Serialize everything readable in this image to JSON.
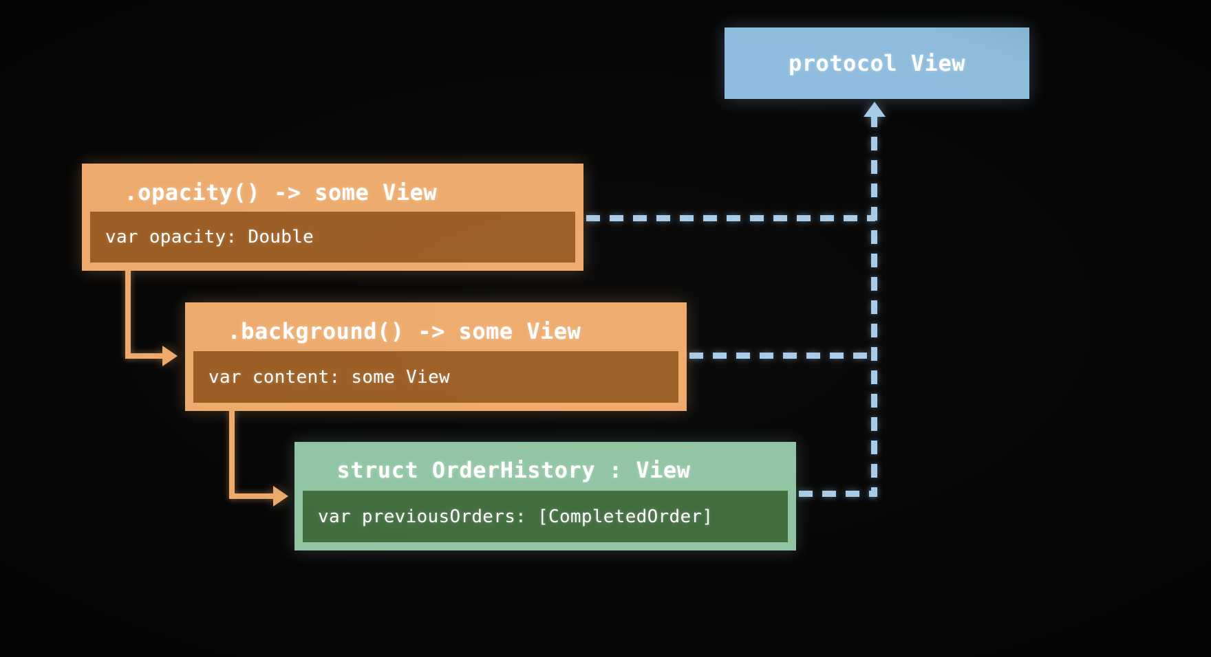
{
  "diagram": {
    "title": "SwiftUI View protocol conformance diagram",
    "background_color": "#030303",
    "colors": {
      "orange_card": "#eda96a",
      "orange_row": "#9a5b20",
      "green_card": "#8ec4a1",
      "green_row": "#3f6b3c",
      "blue_card": "#8cbbdd",
      "blue_dash": "#a6cbe8",
      "text": "#ffffff"
    },
    "protocol_box": {
      "label": "protocol View"
    },
    "cards": [
      {
        "id": "opacity",
        "title": "  .opacity() -> some View",
        "row": "var opacity: Double",
        "kind": "orange"
      },
      {
        "id": "background",
        "title": "  .background() -> some View",
        "row": "var content: some View",
        "kind": "orange"
      },
      {
        "id": "struct",
        "title": "  struct OrderHistory : View",
        "row": "var previousOrders: [CompletedOrder]",
        "kind": "green"
      }
    ],
    "connectors": {
      "orange_elbow_count": 2,
      "blue_dashed_count": 3,
      "arrowhead_target": "protocol View"
    }
  }
}
